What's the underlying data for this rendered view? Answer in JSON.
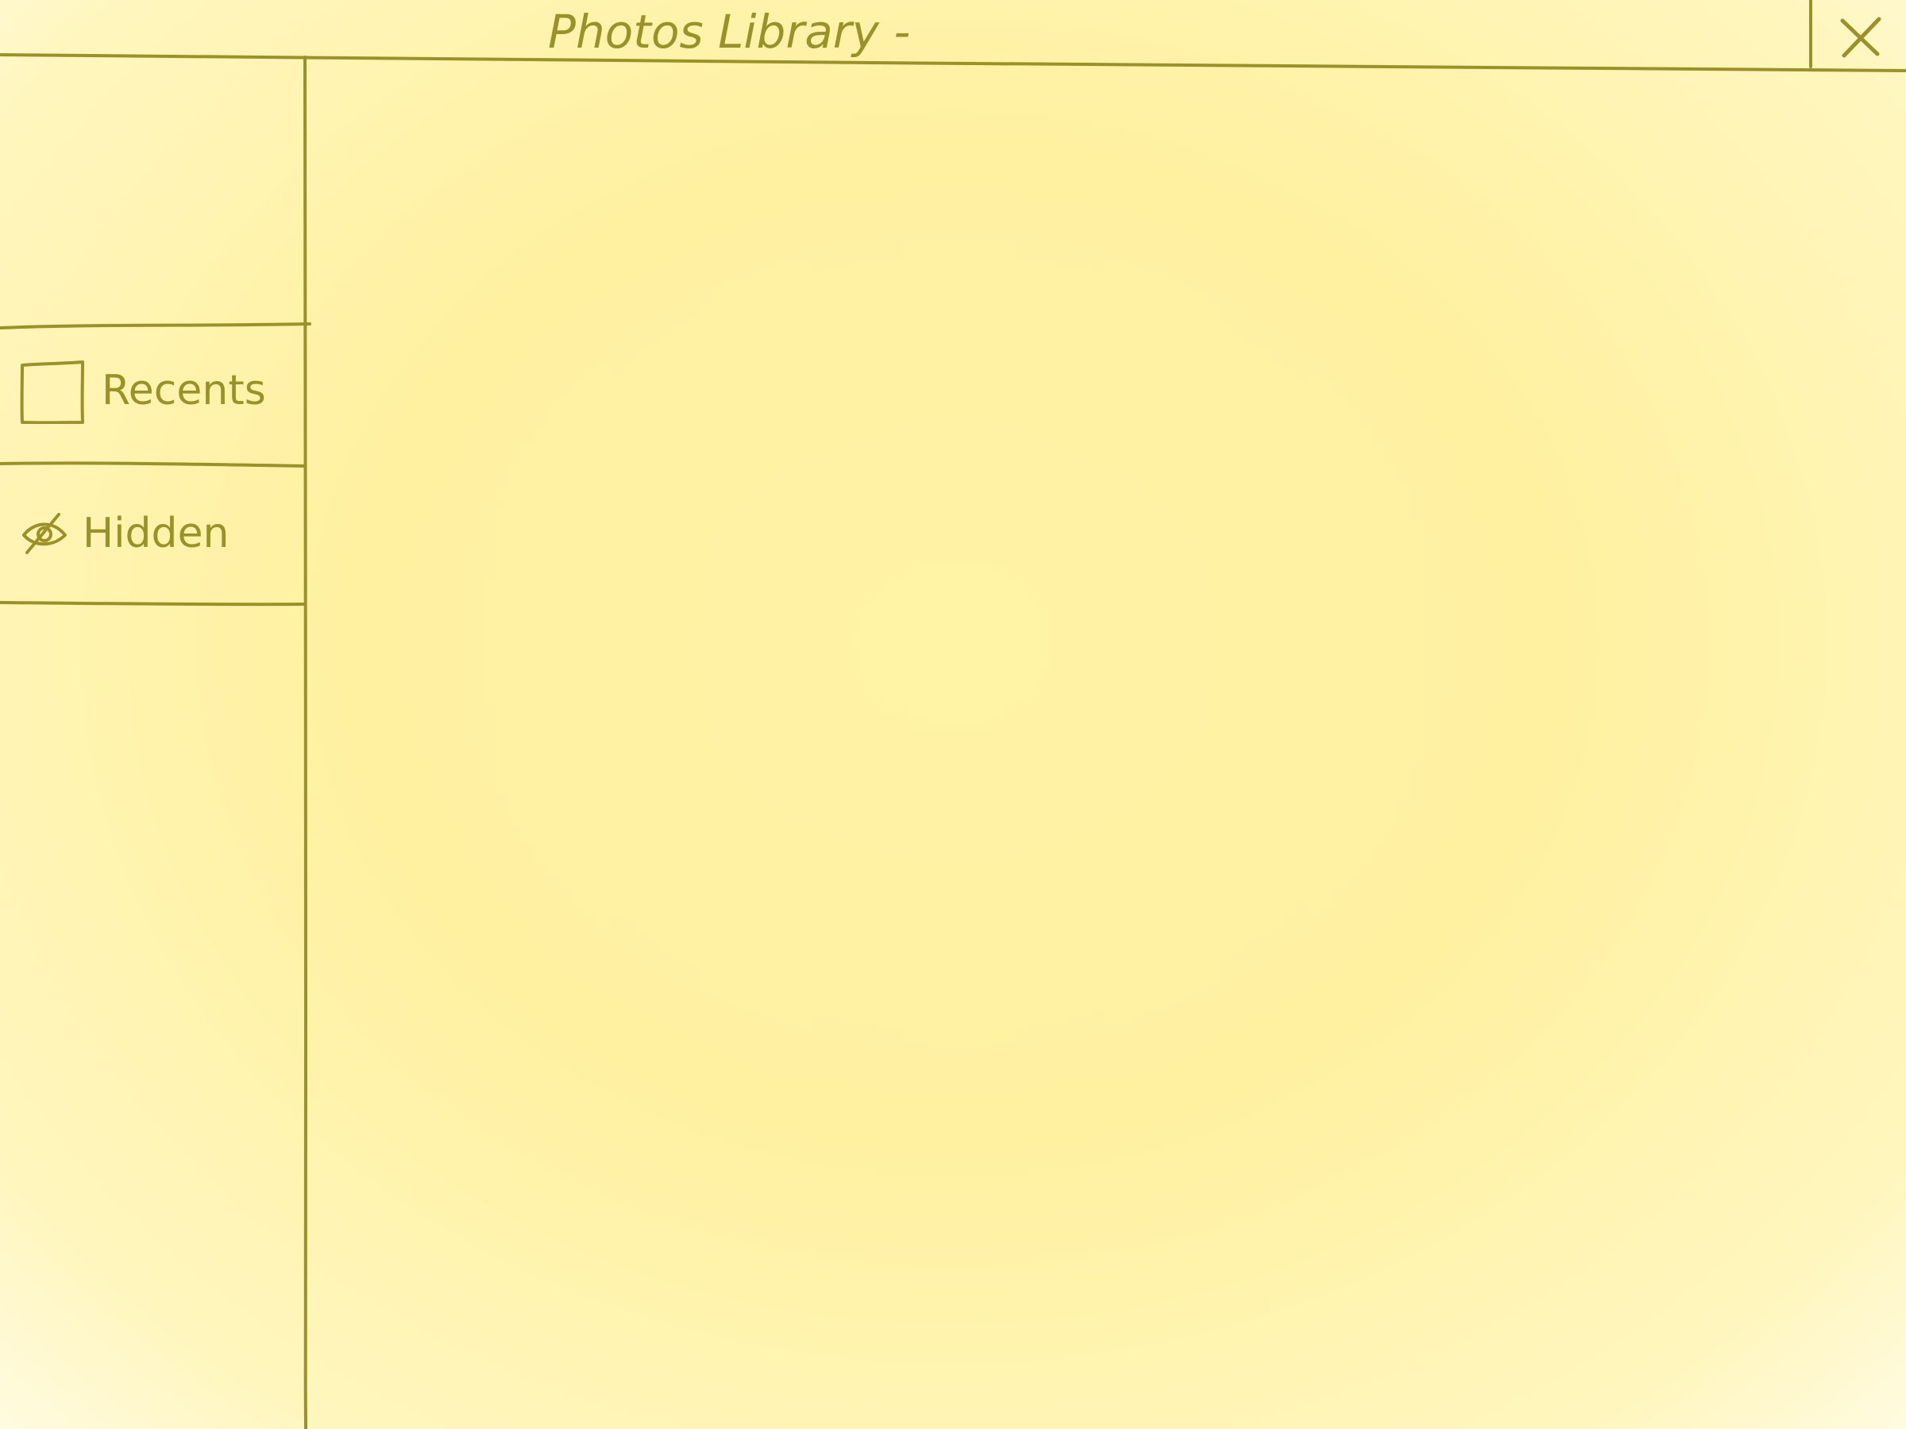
{
  "window": {
    "title": "Photos Library -",
    "close_symbol": "close-icon"
  },
  "sidebar": {
    "items": [
      {
        "label": "Recents",
        "icon": "square-icon"
      },
      {
        "label": "Hidden",
        "icon": "eye-slash-icon"
      }
    ]
  },
  "colors": {
    "ink": "#9a9128",
    "background": "#fff3a6"
  }
}
